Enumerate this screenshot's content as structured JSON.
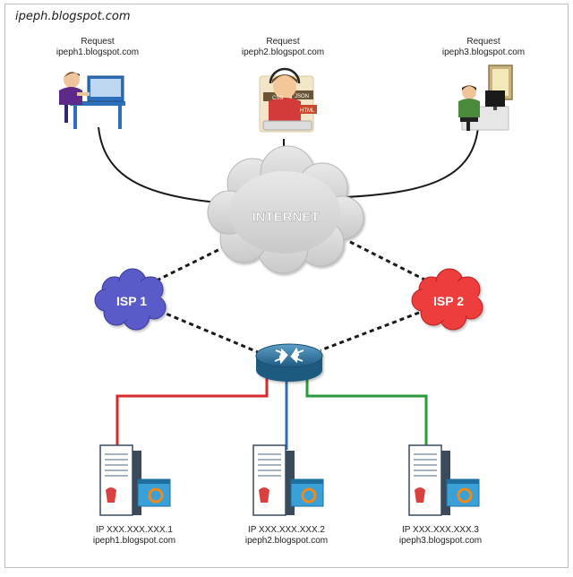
{
  "site_title": "ipeph.blogspot.com",
  "clients": [
    {
      "request": "Request",
      "domain": "ipeph1.blogspot.com"
    },
    {
      "request": "Request",
      "domain": "ipeph2.blogspot.com"
    },
    {
      "request": "Request",
      "domain": "ipeph3.blogspot.com"
    }
  ],
  "internet_label": "INTERNET",
  "isp1_label": "ISP 1",
  "isp2_label": "ISP 2",
  "servers": [
    {
      "ip": "IP XXX.XXX.XXX.1",
      "domain": "ipeph1.blogspot.com"
    },
    {
      "ip": "IP XXX.XXX.XXX.2",
      "domain": "ipeph2.blogspot.com"
    },
    {
      "ip": "IP XXX.XXX.XXX.3",
      "domain": "ipeph3.blogspot.com"
    }
  ],
  "colors": {
    "isp1": "#5a5ac8",
    "isp2": "#ee3c3c",
    "cloud": "#d9d9d9",
    "router": "#2e6f96",
    "server1_link": "#d62a2a",
    "server2_link": "#2f6fb0",
    "server3_link": "#2a9a3c"
  },
  "icons": {
    "client1": "person-at-desk-icon",
    "client2": "web-developer-icon",
    "client3": "person-at-computer-icon",
    "router": "router-icon",
    "server": "web-server-icon"
  }
}
